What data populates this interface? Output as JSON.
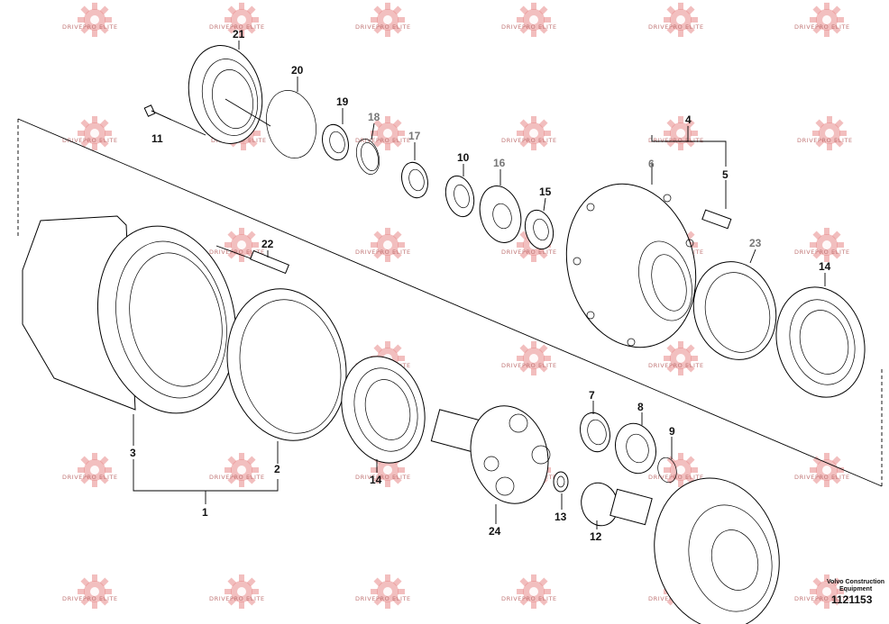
{
  "watermark": {
    "text": "DRIVEPRO ELITE",
    "color": "#e07070"
  },
  "brand": {
    "line1": "Volvo Construction",
    "line2": "Equipment"
  },
  "reference_number": "1121153",
  "callouts": [
    {
      "id": "21",
      "label": "21"
    },
    {
      "id": "20",
      "label": "20"
    },
    {
      "id": "19",
      "label": "19"
    },
    {
      "id": "18",
      "label": "18"
    },
    {
      "id": "17",
      "label": "17"
    },
    {
      "id": "11",
      "label": "11"
    },
    {
      "id": "10",
      "label": "10"
    },
    {
      "id": "16",
      "label": "16"
    },
    {
      "id": "15",
      "label": "15"
    },
    {
      "id": "4",
      "label": "4"
    },
    {
      "id": "6",
      "label": "6"
    },
    {
      "id": "5",
      "label": "5"
    },
    {
      "id": "23",
      "label": "23"
    },
    {
      "id": "14a",
      "label": "14"
    },
    {
      "id": "22",
      "label": "22"
    },
    {
      "id": "3",
      "label": "3"
    },
    {
      "id": "2",
      "label": "2"
    },
    {
      "id": "1",
      "label": "1"
    },
    {
      "id": "14b",
      "label": "14"
    },
    {
      "id": "7",
      "label": "7"
    },
    {
      "id": "8",
      "label": "8"
    },
    {
      "id": "9",
      "label": "9"
    },
    {
      "id": "24",
      "label": "24"
    },
    {
      "id": "13",
      "label": "13"
    },
    {
      "id": "12",
      "label": "12"
    }
  ]
}
